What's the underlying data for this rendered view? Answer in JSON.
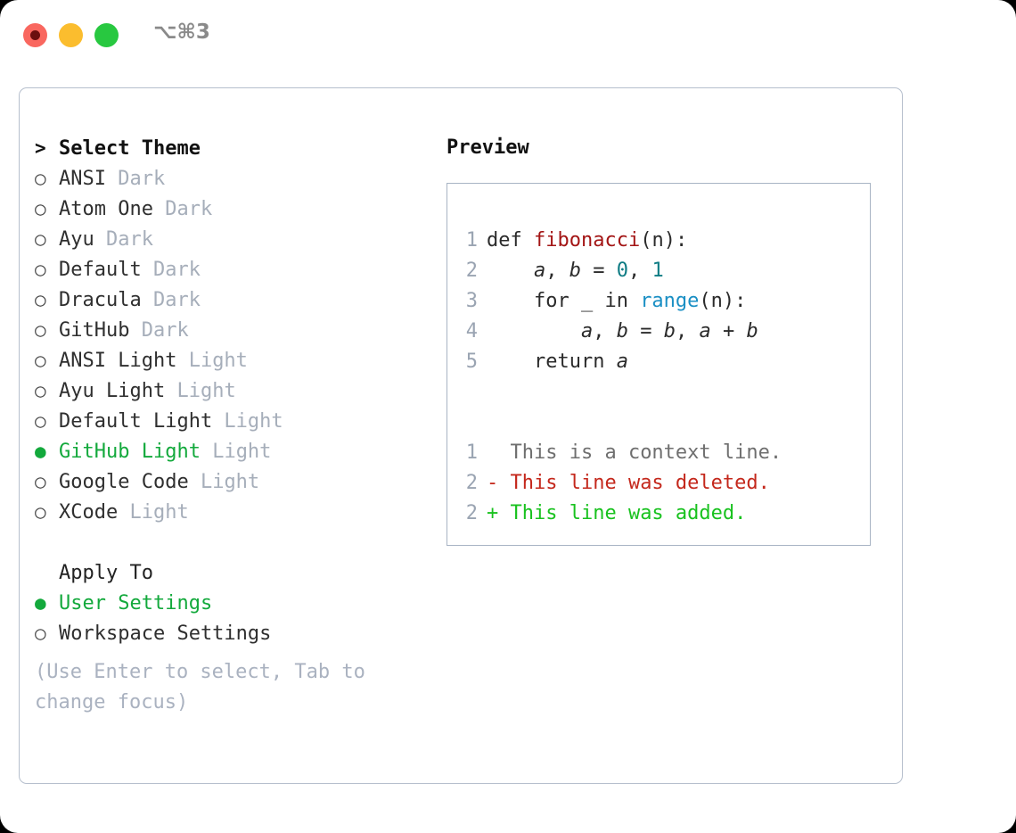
{
  "titlebar": {
    "shortcut": "⌥⌘3",
    "buttons": [
      {
        "name": "close",
        "color": "#f9675f"
      },
      {
        "name": "minimize",
        "color": "#fbbd2e"
      },
      {
        "name": "maximize",
        "color": "#28c840"
      }
    ]
  },
  "theme_picker": {
    "header_marker": ">",
    "header_label": "Select Theme",
    "unselected_marker": "○",
    "selected_marker": "●",
    "accent_color": "#13a93c",
    "items": [
      {
        "marker": "○",
        "label": "ANSI",
        "suffix": "Dark",
        "selected": false
      },
      {
        "marker": "○",
        "label": "Atom One",
        "suffix": "Dark",
        "selected": false
      },
      {
        "marker": "○",
        "label": "Ayu",
        "suffix": "Dark",
        "selected": false
      },
      {
        "marker": "○",
        "label": "Default",
        "suffix": "Dark",
        "selected": false
      },
      {
        "marker": "○",
        "label": "Dracula",
        "suffix": "Dark",
        "selected": false
      },
      {
        "marker": "○",
        "label": "GitHub",
        "suffix": "Dark",
        "selected": false
      },
      {
        "marker": "○",
        "label": "ANSI Light",
        "suffix": "Light",
        "selected": false
      },
      {
        "marker": "○",
        "label": "Ayu Light",
        "suffix": "Light",
        "selected": false
      },
      {
        "marker": "○",
        "label": "Default Light",
        "suffix": "Light",
        "selected": false
      },
      {
        "marker": "●",
        "label": "GitHub Light",
        "suffix": "Light",
        "selected": true
      },
      {
        "marker": "○",
        "label": "Google Code",
        "suffix": "Light",
        "selected": false
      },
      {
        "marker": "○",
        "label": "XCode",
        "suffix": "Light",
        "selected": false
      }
    ]
  },
  "apply_to": {
    "section_label": "Apply To",
    "options": [
      {
        "marker": "●",
        "label": "User Settings",
        "selected": true
      },
      {
        "marker": "○",
        "label": "Workspace Settings",
        "selected": false
      }
    ]
  },
  "hint": "(Use Enter to select, Tab to change focus)",
  "preview": {
    "title": "Preview",
    "code": [
      {
        "lno": "1",
        "tokens": [
          {
            "t": "def ",
            "c": "kw"
          },
          {
            "t": "fibonacci",
            "c": "fn"
          },
          {
            "t": "(n):",
            "c": "ctext"
          }
        ]
      },
      {
        "lno": "2",
        "tokens": [
          {
            "t": "    ",
            "c": "ctext"
          },
          {
            "t": "a",
            "c": "var"
          },
          {
            "t": ", ",
            "c": "ctext"
          },
          {
            "t": "b",
            "c": "var"
          },
          {
            "t": " = ",
            "c": "ctext"
          },
          {
            "t": "0",
            "c": "num"
          },
          {
            "t": ", ",
            "c": "ctext"
          },
          {
            "t": "1",
            "c": "num"
          }
        ]
      },
      {
        "lno": "3",
        "tokens": [
          {
            "t": "    for _ in ",
            "c": "ctext"
          },
          {
            "t": "range",
            "c": "bi"
          },
          {
            "t": "(n):",
            "c": "ctext"
          }
        ]
      },
      {
        "lno": "4",
        "tokens": [
          {
            "t": "        ",
            "c": "ctext"
          },
          {
            "t": "a",
            "c": "var"
          },
          {
            "t": ", ",
            "c": "ctext"
          },
          {
            "t": "b",
            "c": "var"
          },
          {
            "t": " = ",
            "c": "ctext"
          },
          {
            "t": "b",
            "c": "var"
          },
          {
            "t": ", ",
            "c": "ctext"
          },
          {
            "t": "a",
            "c": "var"
          },
          {
            "t": " + ",
            "c": "ctext"
          },
          {
            "t": "b",
            "c": "var"
          }
        ]
      },
      {
        "lno": "5",
        "tokens": [
          {
            "t": "    return ",
            "c": "ctext"
          },
          {
            "t": "a",
            "c": "var"
          }
        ]
      }
    ],
    "diff": [
      {
        "lno": "1",
        "sign": " ",
        "text": " This is a context line.",
        "kind": "d-ctx"
      },
      {
        "lno": "2",
        "sign": "-",
        "text": " This line was deleted.",
        "kind": "d-del"
      },
      {
        "lno": "2",
        "sign": "+",
        "text": " This line was added.",
        "kind": "d-add"
      }
    ]
  }
}
